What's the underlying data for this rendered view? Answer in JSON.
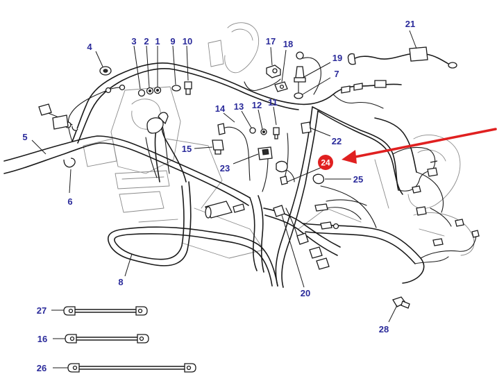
{
  "colors": {
    "callout_text": "#2a2a9a",
    "line": "#1a1a1a",
    "highlight_badge": "#e02020",
    "highlight_arrow": "#e02020",
    "background": "#ffffff"
  },
  "callouts": [
    {
      "id": "c1",
      "label": "1"
    },
    {
      "id": "c2",
      "label": "2"
    },
    {
      "id": "c3",
      "label": "3"
    },
    {
      "id": "c4",
      "label": "4"
    },
    {
      "id": "c5",
      "label": "5"
    },
    {
      "id": "c6",
      "label": "6"
    },
    {
      "id": "c7",
      "label": "7"
    },
    {
      "id": "c8",
      "label": "8"
    },
    {
      "id": "c9",
      "label": "9"
    },
    {
      "id": "c10",
      "label": "10"
    },
    {
      "id": "c11",
      "label": "11"
    },
    {
      "id": "c12",
      "label": "12"
    },
    {
      "id": "c13",
      "label": "13"
    },
    {
      "id": "c14",
      "label": "14"
    },
    {
      "id": "c15",
      "label": "15"
    },
    {
      "id": "c16",
      "label": "16"
    },
    {
      "id": "c17",
      "label": "17"
    },
    {
      "id": "c18",
      "label": "18"
    },
    {
      "id": "c19",
      "label": "19"
    },
    {
      "id": "c20",
      "label": "20"
    },
    {
      "id": "c21",
      "label": "21"
    },
    {
      "id": "c22",
      "label": "22"
    },
    {
      "id": "c23",
      "label": "23"
    },
    {
      "id": "c24",
      "label": "24",
      "highlighted": true
    },
    {
      "id": "c25",
      "label": "25"
    },
    {
      "id": "c26",
      "label": "26"
    },
    {
      "id": "c27",
      "label": "27"
    },
    {
      "id": "c28",
      "label": "28"
    }
  ]
}
